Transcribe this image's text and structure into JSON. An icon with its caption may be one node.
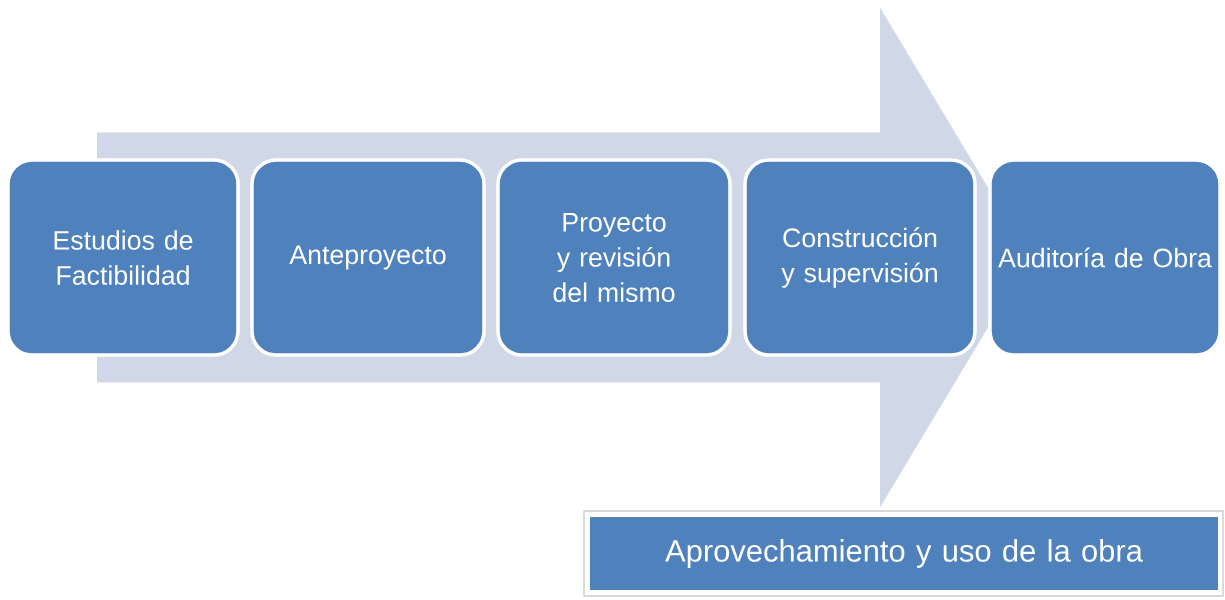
{
  "diagram": {
    "nodes": [
      {
        "text": [
          "Estudios de Factibilidad"
        ]
      },
      {
        "text": [
          "Anteproyecto"
        ]
      },
      {
        "text": [
          "Proyecto y revisión del mismo"
        ]
      },
      {
        "text": [
          "Construcción y supervisión"
        ]
      },
      {
        "text": [
          "Auditoría de Obra"
        ]
      },
      {
        "text": [
          "Aprovechamiento y uso de la obra"
        ]
      }
    ],
    "edges": [
      {
        "from": 0,
        "to": 4,
        "arrow": "to"
      }
    ]
  }
}
